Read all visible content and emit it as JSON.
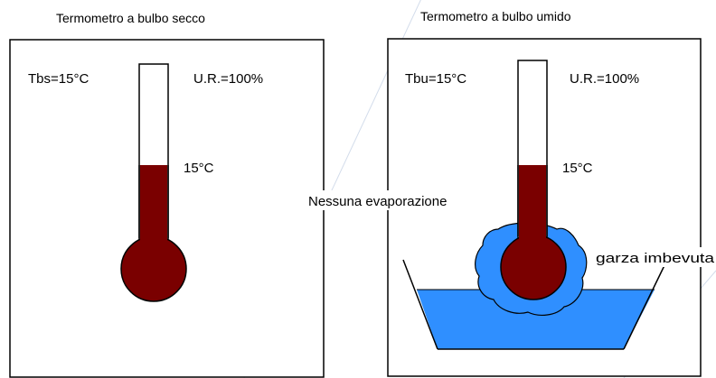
{
  "panels": {
    "dry": {
      "title": "Termometro a bulbo secco",
      "temp_reading": "Tbs=15°C",
      "humidity": "U.R.=100%",
      "level_label": "15°C",
      "mercury_level_fraction": 0.45
    },
    "wet": {
      "title": "Termometro a bulbo umido",
      "temp_reading": "Tbu=15°C",
      "humidity": "U.R.=100%",
      "level_label": "15°C",
      "mercury_level_fraction": 0.45,
      "evaporation_label": "Nessuna evaporazione",
      "gauze_label": "garza imbevuta"
    }
  },
  "colors": {
    "mercury": "#7a0000",
    "water": "#2f8fff",
    "outline": "#000000",
    "watermark": "#c8d4e6"
  }
}
